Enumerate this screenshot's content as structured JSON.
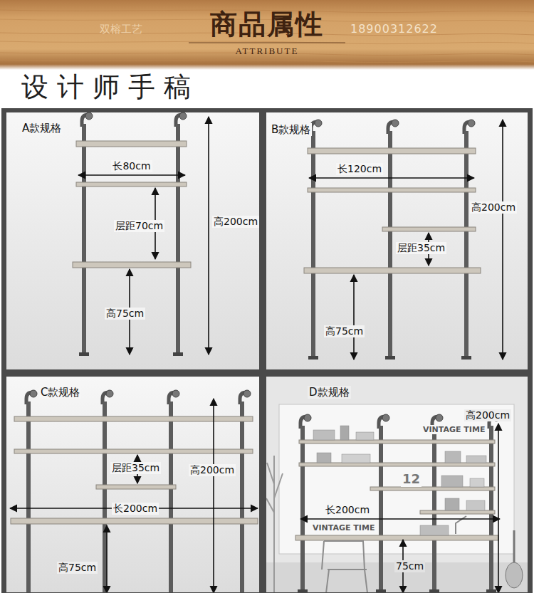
{
  "diagram": {
    "title": "商品属性",
    "nodes": [
      {
        "text": [
          "A款规格"
        ]
      },
      {
        "text": [
          "B款规格"
        ]
      },
      {
        "text": [
          "C款规格"
        ]
      },
      {
        "text": [
          "D款规格"
        ]
      }
    ],
    "labels": [
      "ATTRIBUTE",
      "双榕工艺",
      "18900312622",
      "设计师手稿",
      "长80cm",
      "层距70cm",
      "高200cm",
      "高75cm",
      "长120cm",
      "高200cm",
      "层距35cm",
      "高75cm",
      "层距35cm",
      "高200cm",
      "长200cm",
      "高75cm",
      "VINTAGE TIME",
      "12",
      "VINTAGE TIME",
      "高200cm",
      "长200cm",
      "75cm"
    ]
  }
}
